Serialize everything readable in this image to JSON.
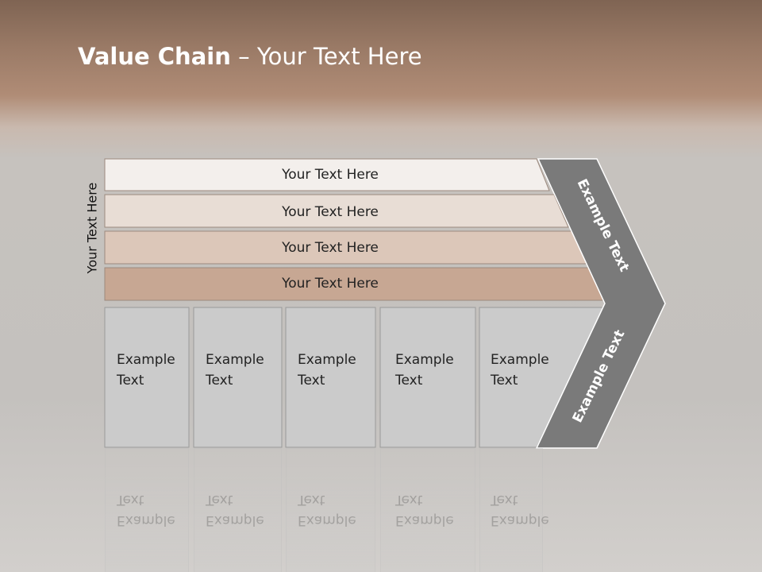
{
  "title": {
    "bold": "Value Chain",
    "separator": " – ",
    "rest": "Your Text Here"
  },
  "side_label": "Your Text Here",
  "bars": [
    {
      "label": "Your Text Here",
      "fill": "#f3efec"
    },
    {
      "label": "Your Text Here",
      "fill": "#e8ddd5"
    },
    {
      "label": "Your Text Here",
      "fill": "#dcc7b9"
    },
    {
      "label": "Your Text Here",
      "fill": "#c7a793"
    }
  ],
  "boxes": [
    {
      "label": "Example\nText"
    },
    {
      "label": "Example\nText"
    },
    {
      "label": "Example\nText"
    },
    {
      "label": "Example\nText"
    },
    {
      "label": "Example\nText"
    }
  ],
  "chevron": {
    "top_label": "Example Text",
    "bottom_label": "Example Text",
    "fill": "#7a7a7a"
  }
}
